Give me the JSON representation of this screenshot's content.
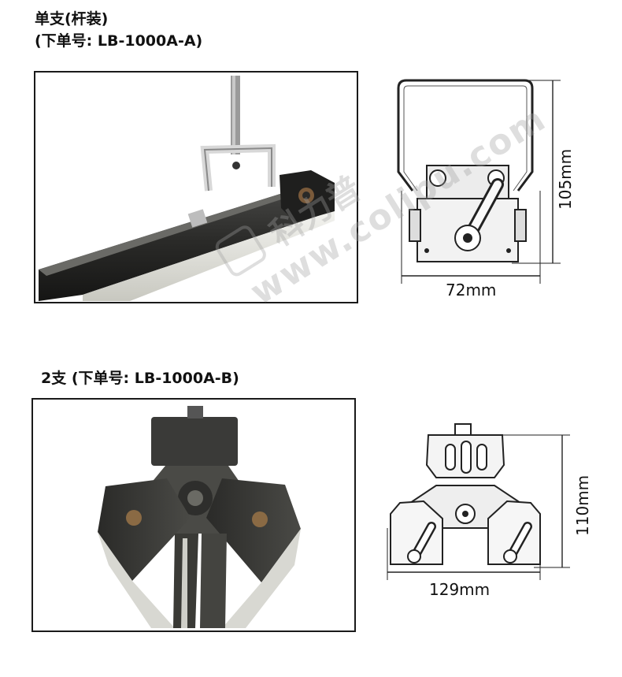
{
  "section1": {
    "title_line1": "单支(杆装)",
    "title_line2": "(下单号: LB-1000A-A)",
    "dim_width": "72mm",
    "dim_height": "105mm"
  },
  "section2": {
    "title": "2支 (下单号: LB-1000A-B)",
    "dim_width": "129mm",
    "dim_height": "110mm"
  },
  "watermark": {
    "brand_cn": "科力普",
    "url": "www.colipu.com"
  }
}
